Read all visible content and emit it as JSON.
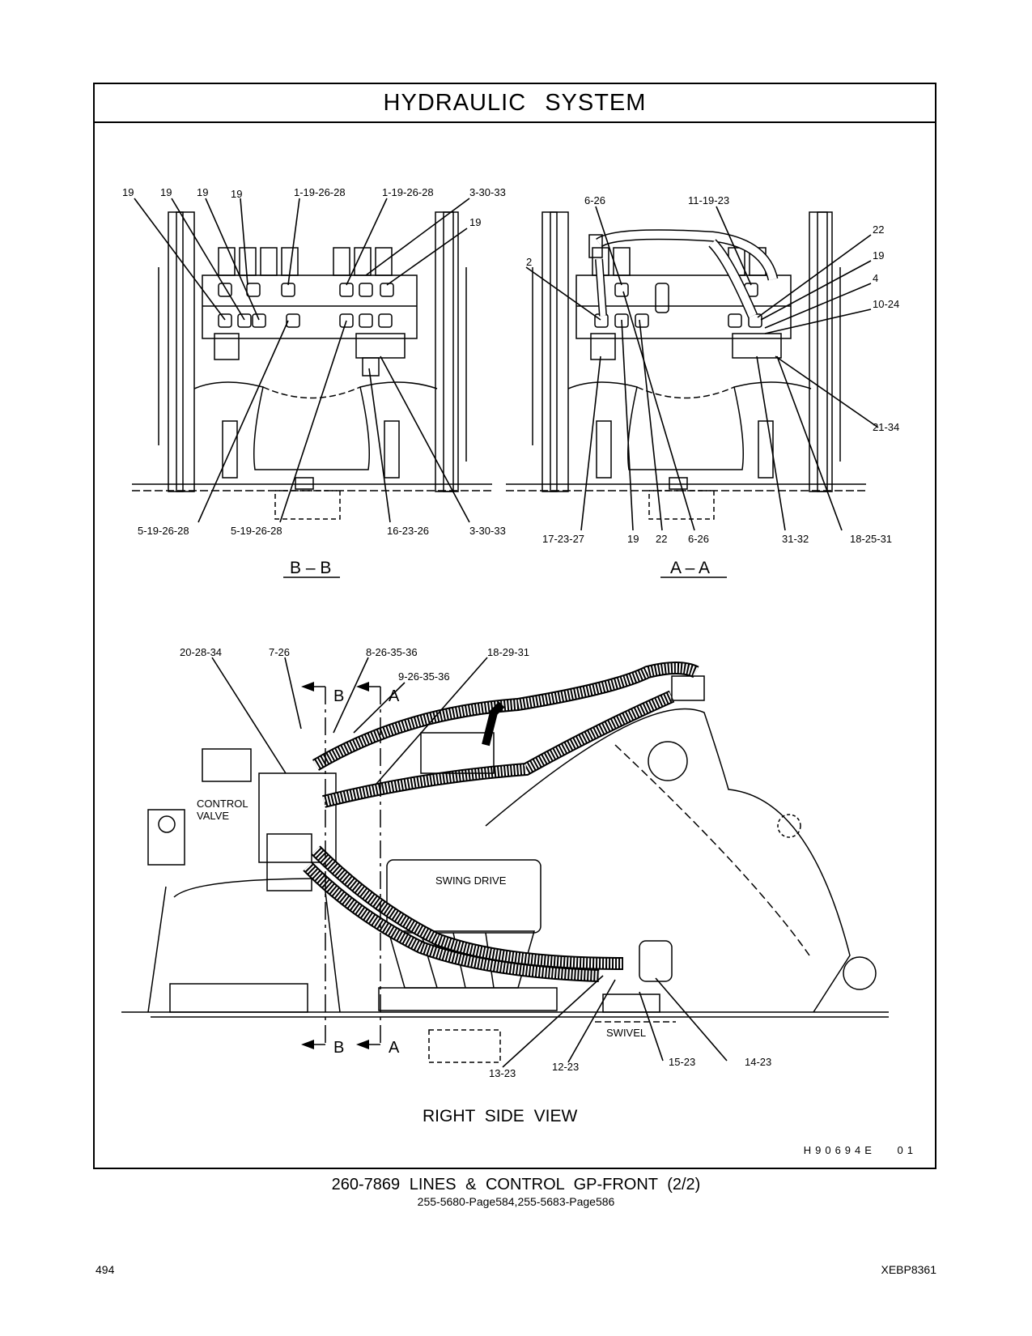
{
  "page": {
    "title": "HYDRAULIC SYSTEM",
    "drawing_ref": "H90694E 01",
    "footer_title": "260-7869 LINES & CONTROL GP-FRONT (2/2)",
    "footer_refs": "255-5680-Page584,255-5683-Page586",
    "page_number": "494",
    "publication": "XEBP8361"
  },
  "views": {
    "bb": "B – B",
    "aa": "A – A",
    "right_side": "RIGHT SIDE VIEW"
  },
  "components": {
    "control_valve_1": "CONTROL",
    "control_valve_2": "VALVE",
    "swing_drive": "SWING DRIVE",
    "swivel": "SWIVEL"
  },
  "section_marks": {
    "b": "B",
    "a": "A"
  },
  "callouts": {
    "bb": [
      "19",
      "19",
      "19",
      "19",
      "1-19-26-28",
      "1-19-26-28",
      "3-30-33",
      "19",
      "5-19-26-28",
      "5-19-26-28",
      "16-23-26",
      "3-30-33"
    ],
    "aa": [
      "6-26",
      "11-19-23",
      "22",
      "19",
      "4",
      "10-24",
      "2",
      "21-34",
      "17-23-27",
      "19",
      "22",
      "6-26",
      "31-32",
      "18-25-31"
    ],
    "side": [
      "20-28-34",
      "7-26",
      "8-26-35-36",
      "9-26-35-36",
      "18-29-31",
      "13-23",
      "12-23",
      "15-23",
      "14-23"
    ]
  }
}
